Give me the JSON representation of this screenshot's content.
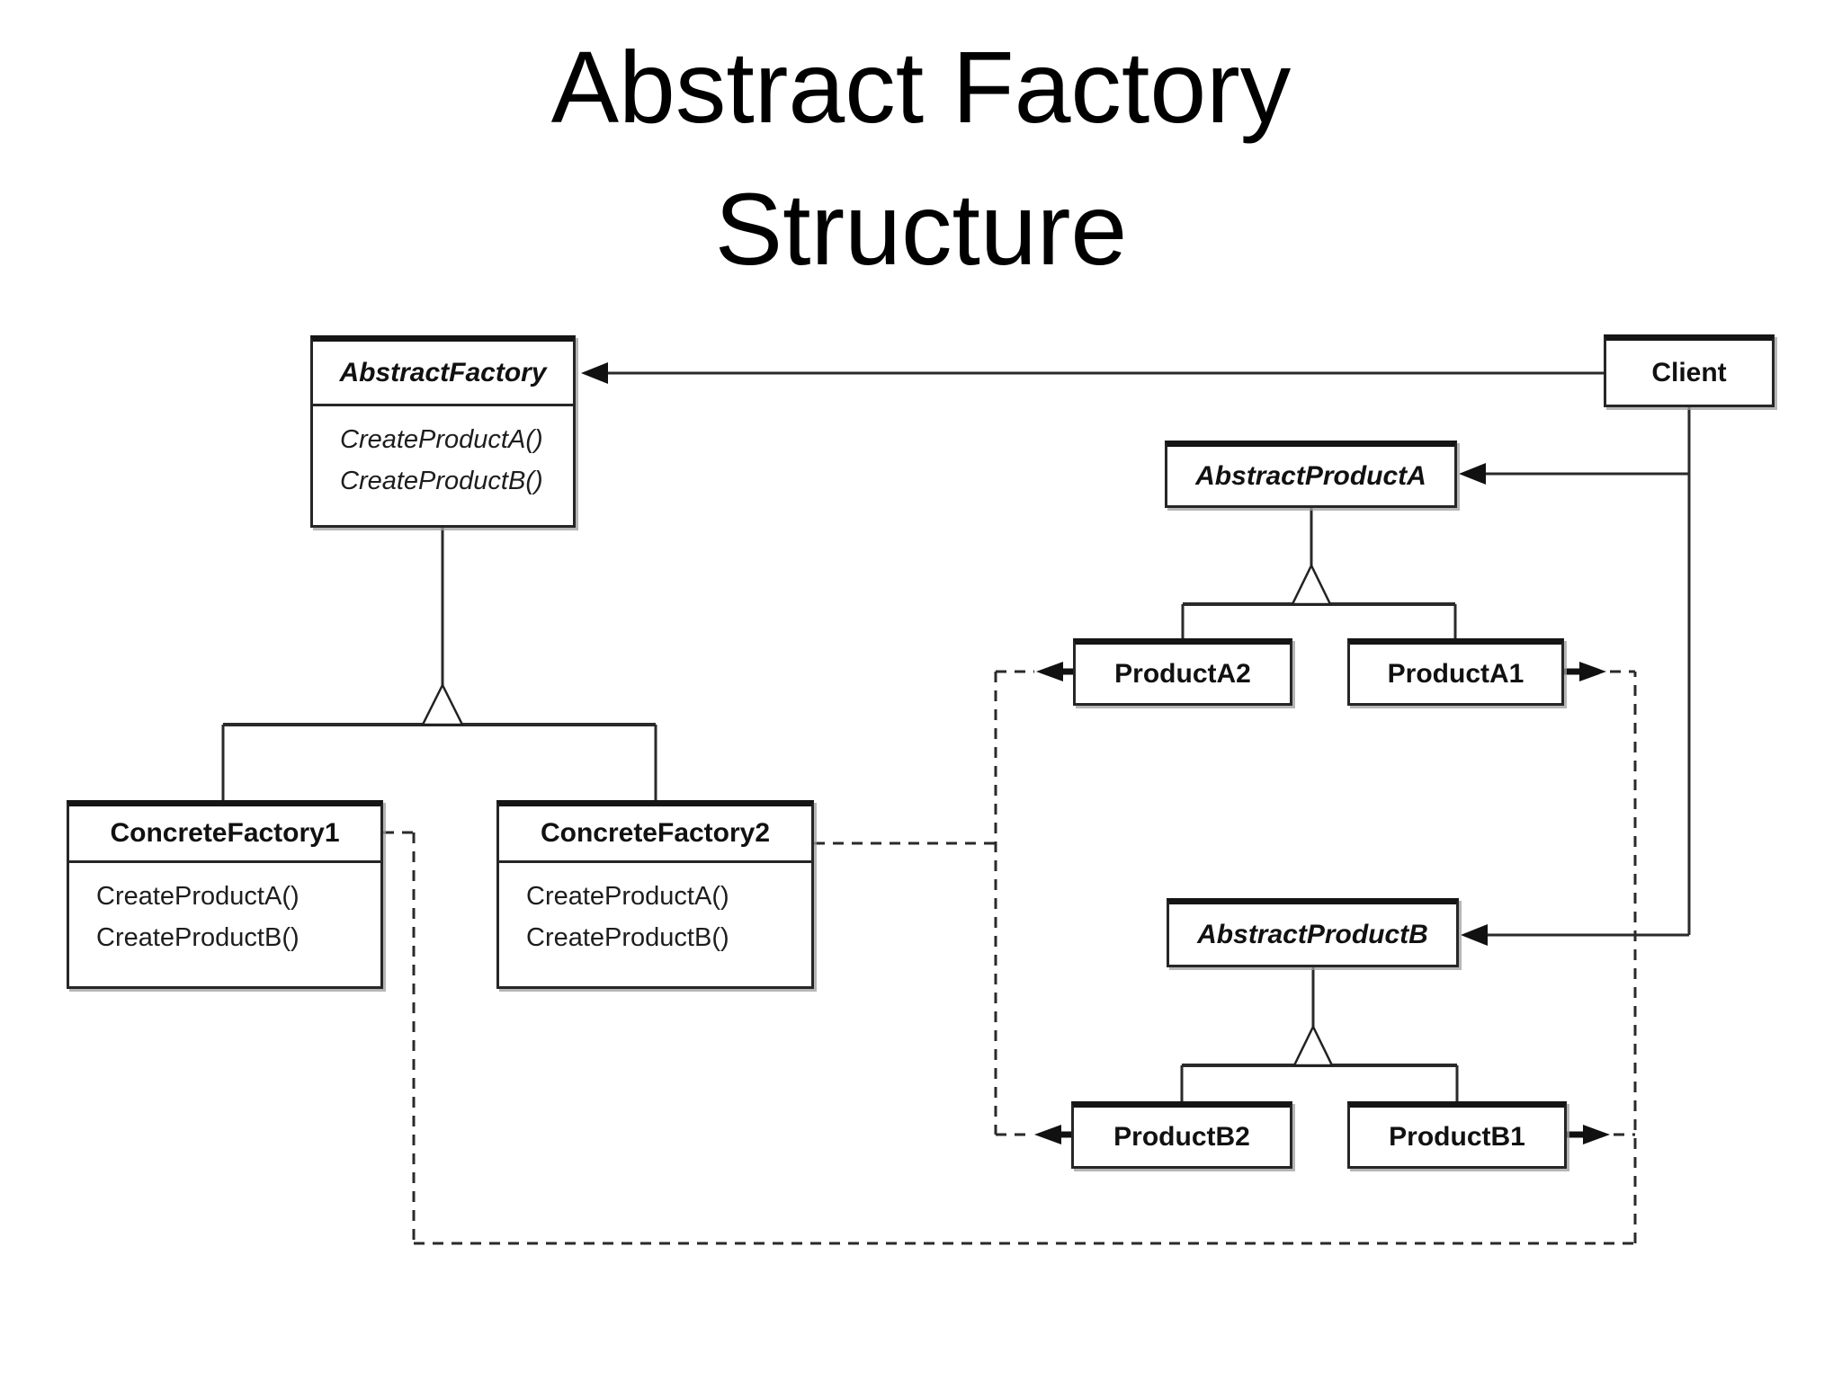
{
  "title": {
    "line1": "Abstract Factory",
    "line2": "Structure"
  },
  "colors": {
    "line": "#2a2a2a",
    "arrow": "#111111",
    "box_border": "#262626",
    "shadow": "#9e9e9e",
    "background": "#ffffff"
  },
  "boxes": {
    "abstract_factory": {
      "name": "AbstractFactory",
      "abstract": true,
      "methods": [
        "CreateProductA()",
        "CreateProductB()"
      ]
    },
    "client": {
      "name": "Client",
      "abstract": false,
      "methods": []
    },
    "abstract_product_a": {
      "name": "AbstractProductA",
      "abstract": true,
      "methods": []
    },
    "product_a2": {
      "name": "ProductA2",
      "abstract": false,
      "methods": []
    },
    "product_a1": {
      "name": "ProductA1",
      "abstract": false,
      "methods": []
    },
    "abstract_product_b": {
      "name": "AbstractProductB",
      "abstract": true,
      "methods": []
    },
    "product_b2": {
      "name": "ProductB2",
      "abstract": false,
      "methods": []
    },
    "product_b1": {
      "name": "ProductB1",
      "abstract": false,
      "methods": []
    },
    "concrete_factory_1": {
      "name": "ConcreteFactory1",
      "abstract": false,
      "methods": [
        "CreateProductA()",
        "CreateProductB()"
      ]
    },
    "concrete_factory_2": {
      "name": "ConcreteFactory2",
      "abstract": false,
      "methods": [
        "CreateProductA()",
        "CreateProductB()"
      ]
    }
  },
  "relations": [
    {
      "from": "Client",
      "to": "AbstractFactory",
      "type": "reference-arrow"
    },
    {
      "from": "Client",
      "to": "AbstractProductA",
      "type": "reference-arrow"
    },
    {
      "from": "Client",
      "to": "AbstractProductB",
      "type": "reference-arrow"
    },
    {
      "from": "ConcreteFactory1",
      "to": "AbstractFactory",
      "type": "inheritance"
    },
    {
      "from": "ConcreteFactory2",
      "to": "AbstractFactory",
      "type": "inheritance"
    },
    {
      "from": "ProductA2",
      "to": "AbstractProductA",
      "type": "inheritance"
    },
    {
      "from": "ProductA1",
      "to": "AbstractProductA",
      "type": "inheritance"
    },
    {
      "from": "ProductB2",
      "to": "AbstractProductB",
      "type": "inheritance"
    },
    {
      "from": "ProductB1",
      "to": "AbstractProductB",
      "type": "inheritance"
    },
    {
      "from": "ConcreteFactory1",
      "to": "ProductA1",
      "type": "creates-dashed"
    },
    {
      "from": "ConcreteFactory1",
      "to": "ProductB1",
      "type": "creates-dashed"
    },
    {
      "from": "ConcreteFactory2",
      "to": "ProductA2",
      "type": "creates-dashed"
    },
    {
      "from": "ConcreteFactory2",
      "to": "ProductB2",
      "type": "creates-dashed"
    }
  ]
}
